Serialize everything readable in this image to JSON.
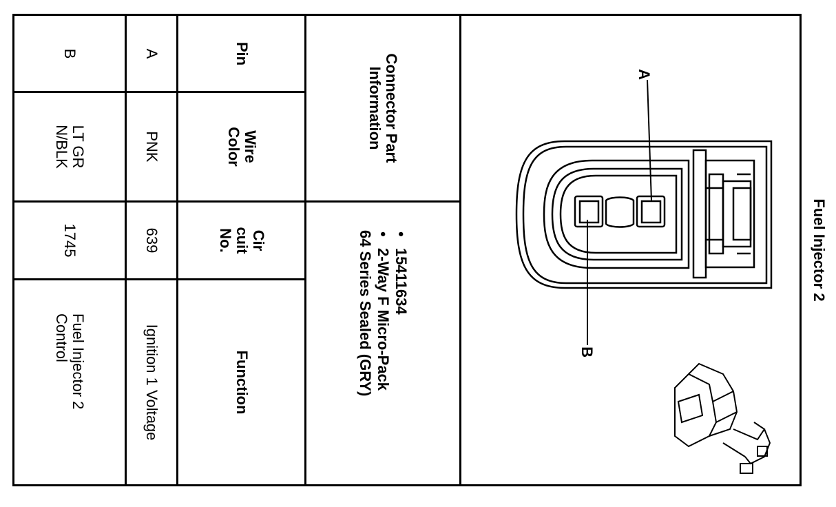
{
  "title": "Fuel Injector 2",
  "connector": {
    "heading": "Connector Part Information",
    "parts": [
      "15411634",
      "2-Way F Micro-Pack",
      "64 Series Sealed (GRY)"
    ]
  },
  "table": {
    "headers": {
      "pin": "Pin",
      "wire_color": "Wire Color",
      "circuit_no": "Cir cuit No.",
      "function": "Function"
    },
    "rows": [
      {
        "pin": "A",
        "wire_color": "PNK",
        "circuit_no": "639",
        "function": "Ignition 1 Voltage"
      },
      {
        "pin": "B",
        "wire_color": "LT GRN/BLK",
        "circuit_no": "1745",
        "function": "Fuel Injector 2 Control"
      }
    ]
  },
  "diagram": {
    "callouts": [
      "A",
      "B"
    ]
  }
}
